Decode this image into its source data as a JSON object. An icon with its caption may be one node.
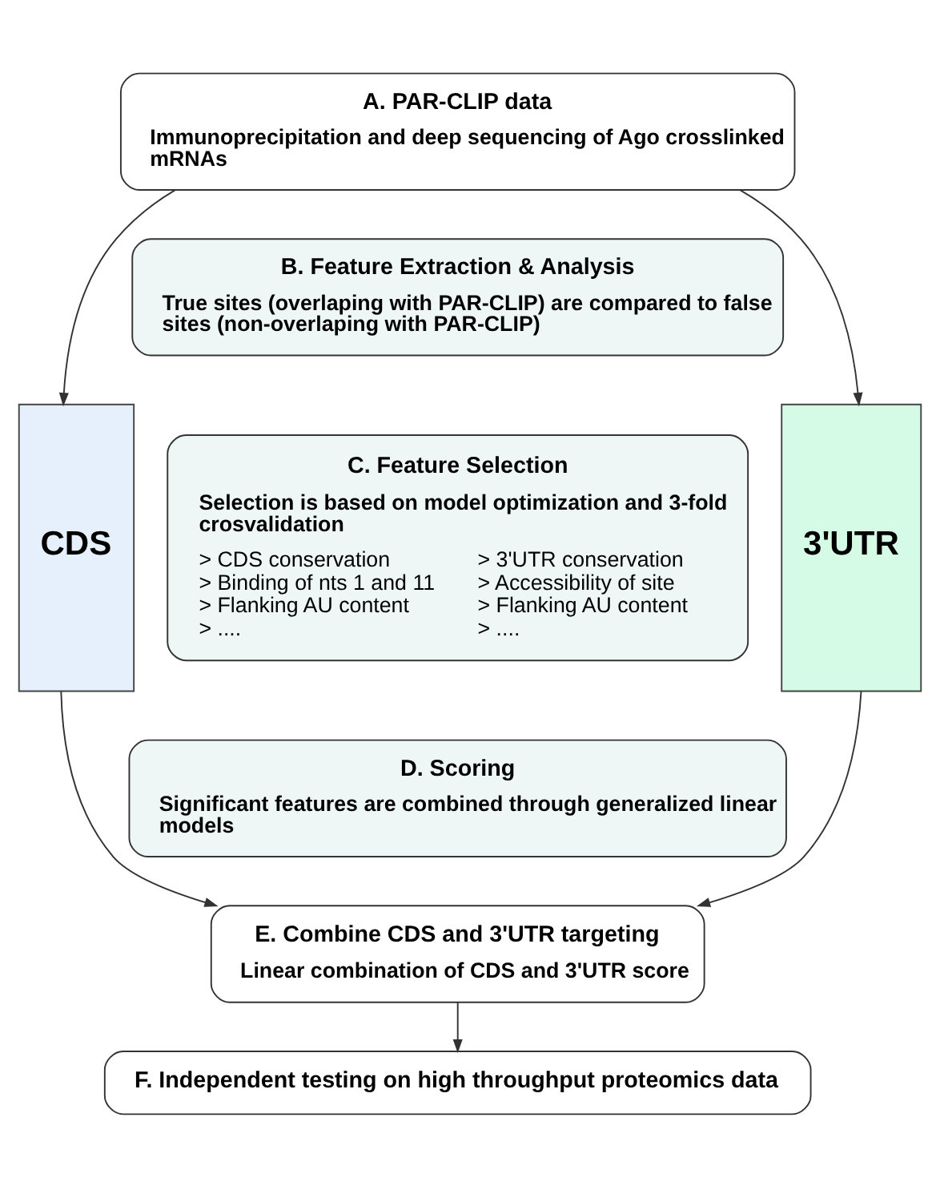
{
  "diagram": {
    "nodes": [
      {
        "text": [
          "A. PAR-CLIP data",
          "Immunoprecipitation and deep sequencing of Ago crosslinked mRNAs"
        ]
      },
      {
        "text": [
          "CDS"
        ]
      },
      {
        "text": [
          "3'UTR"
        ]
      },
      {
        "text": [
          "B. Feature Extraction & Analysis",
          "True sites (overlaping with PAR-CLIP) are compared to false sites (non-overlaping with PAR-CLIP)"
        ]
      },
      {
        "text": [
          "C. Feature Selection",
          "Selection is based on model optimization and 3-fold crosvalidation",
          "> CDS conservation > Binding of nts 1 and 11 > Flanking AU content > ....",
          "> 3'UTR conservation > Accessibility of site > Flanking AU content > ...."
        ]
      },
      {
        "text": [
          "D. Scoring",
          "Significant features are combined through generalized linear models"
        ]
      },
      {
        "text": [
          "E. Combine CDS and 3'UTR targeting",
          "Linear combination of CDS and 3'UTR score"
        ]
      },
      {
        "text": [
          "F. Independent testing on high throughput proteomics data"
        ]
      }
    ],
    "edges": [
      {
        "from": 0,
        "to": 1,
        "arrow": "to"
      },
      {
        "from": 0,
        "to": 2,
        "arrow": "to"
      },
      {
        "from": 1,
        "to": 6,
        "arrow": "to"
      },
      {
        "from": 2,
        "to": 6,
        "arrow": "to"
      },
      {
        "from": 6,
        "to": 7,
        "arrow": "to"
      }
    ]
  }
}
